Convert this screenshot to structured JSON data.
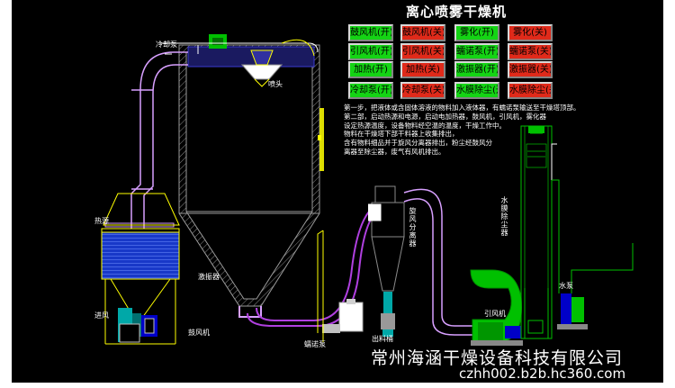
{
  "title": "离心喷雾干燥机",
  "buttons": [
    {
      "label": "鼓风机(开)",
      "state": "on"
    },
    {
      "label": "鼓风机(关)",
      "state": "off"
    },
    {
      "label": "雾化(开)",
      "state": "on"
    },
    {
      "label": "雾化(关)",
      "state": "off"
    },
    {
      "label": "引风机(开)",
      "state": "on"
    },
    {
      "label": "引风机(关)",
      "state": "off"
    },
    {
      "label": "蠕诺泵(开)",
      "state": "on"
    },
    {
      "label": "蠕诺泵(关)",
      "state": "off"
    },
    {
      "label": "加热(开)",
      "state": "on"
    },
    {
      "label": "加热(关)",
      "state": "off"
    },
    {
      "label": "激振器(开)",
      "state": "on"
    },
    {
      "label": "激振器(关)",
      "state": "off"
    },
    {
      "label": "冷却泵(开)",
      "state": "on"
    },
    {
      "label": "冷却泵(关)",
      "state": "off"
    },
    {
      "label": "水膜除尘(开)",
      "state": "on"
    },
    {
      "label": "水膜除尘(关)",
      "state": "off"
    }
  ],
  "colors": {
    "on": "#14d414",
    "off": "#e02a1a",
    "pipe": "#d8a0ff",
    "line": "#ffff00",
    "equipment": "#00c000"
  },
  "labels": {
    "cooling_pump": "冷却泵",
    "nozzle": "喷头",
    "heat_source": "热源",
    "air_inlet": "进风",
    "blower": "鼓风机",
    "vibrator": "激振器",
    "feed_pump": "蠕诺泵",
    "discharge": "出料桶",
    "cyclone": "旋风分离器",
    "induced_fan": "引风机",
    "water_pump": "水泵",
    "scrubber": "水膜除尘器"
  },
  "steps": [
    "第一步，把液体或含固体溶液的物料加入液体器，有蠕诺泵输送至干燥塔顶部。",
    "第二部，启动热源和电源，启动电加热器，鼓风机，引风机，雾化器",
    "设定热源温度，设备物料经空温的温度，干燥工作中。",
    "物料在干燥塔下部干料器上收集排出，",
    "含有物料细品并于旋风分离器排出，粉尘经鼓风分",
    "离器至除尘器，废气有风机排出。"
  ],
  "watermark": {
    "company": "常州海涵干燥设备科技有限公司",
    "site": "czhh002.b2b.hc360.com"
  }
}
